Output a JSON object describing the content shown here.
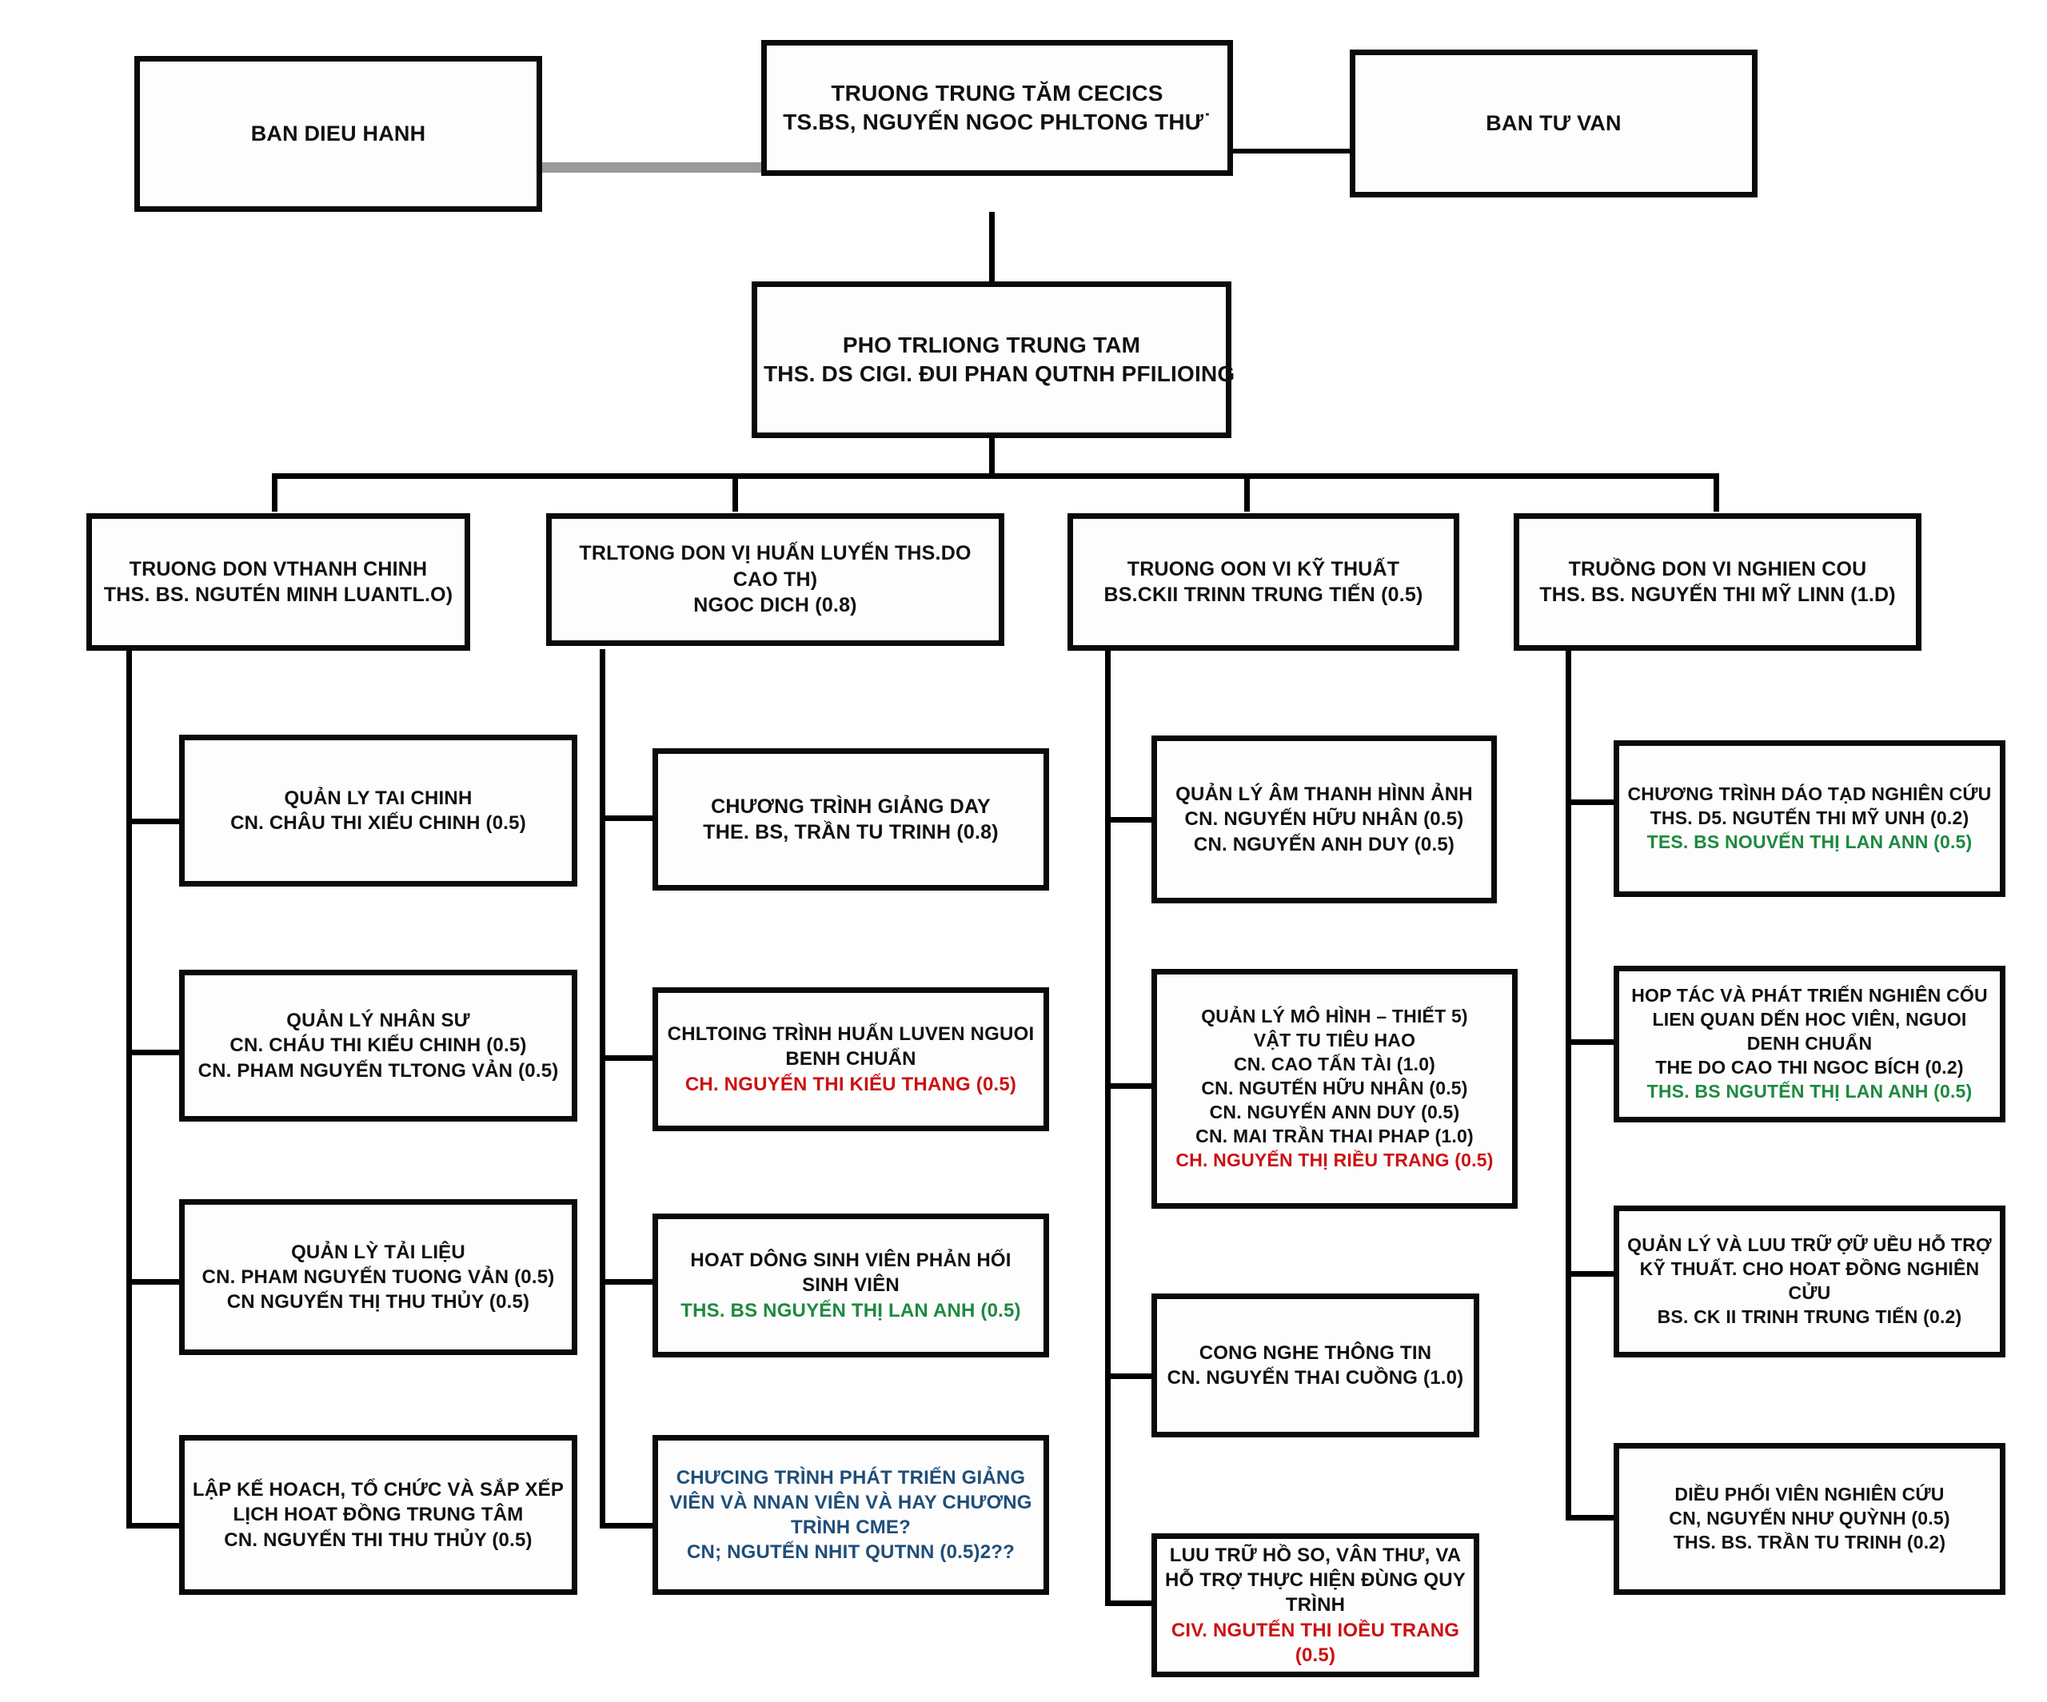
{
  "diagram": {
    "title": "CECICS Center Organizational Chart",
    "colors": {
      "box_border": "#0a0a0a",
      "text_default": "#111111",
      "text_red": "#cc1111",
      "text_green": "#1d8a3f",
      "text_blue": "#1f4e79",
      "connector": "#000000",
      "connector_gray": "#9a9a9a",
      "background": "#ffffff"
    },
    "level_top": {
      "left_box": {
        "lines": [
          "BAN DIEU HANH"
        ]
      },
      "center_box": {
        "lines": [
          "TRUONG TRUNG TĂM CECICS",
          "TS.BS, NGUYẾN NGOC PHLTONG THƯ˙"
        ]
      },
      "right_box": {
        "lines": [
          "BAN TƯ VAN"
        ]
      }
    },
    "level_deputy": {
      "box": {
        "lines": [
          "PHO TRLIONG TRUNG TAM",
          "THS. DS CIGI. ĐUI PHAN QUTNH PFILIOING"
        ]
      }
    },
    "columns": [
      {
        "head": {
          "lines": [
            "TRUONG DON VTHANH CHINH",
            "THS. BS. NGUTÉN MINH LUANTL.O)"
          ]
        },
        "children": [
          {
            "lines": [
              {
                "text": "QUẢN LY TAI CHINH",
                "color": "default"
              },
              {
                "text": "CN. CHÂU THI XIẾU CHINH (0.5)",
                "color": "default"
              }
            ]
          },
          {
            "lines": [
              {
                "text": "QUẢN LÝ NHÂN SƯ",
                "color": "default"
              },
              {
                "text": "CN. CHÁU THI KIẾU CHINH (0.5)",
                "color": "default"
              },
              {
                "text": "CN. PHAM NGUYẾN TLTONG VẢN (0.5)",
                "color": "default"
              }
            ]
          },
          {
            "lines": [
              {
                "text": "QUẢN LỲ TẢI LIỆU",
                "color": "default"
              },
              {
                "text": "CN. PHAM NGUYẾN TUONG VẢN (0.5)",
                "color": "default"
              },
              {
                "text": "CN NGUYẾN THỊ THU THỦY (0.5)",
                "color": "default"
              }
            ]
          },
          {
            "lines": [
              {
                "text": "LẬP KẾ HOACH, TỔ CHỨC VÀ SẮP XẾP LỊCH HOAT ĐỒNG TRUNG TÂM",
                "color": "default",
                "wrap": true
              },
              {
                "text": "CN. NGUYẾN THI THU THỦY (0.5)",
                "color": "default"
              }
            ]
          }
        ]
      },
      {
        "head": {
          "lines": [
            "TRLTONG DON VỊ HUẤN LUYẾN THS.DO CAO TH)",
            "NGOC DICH (0.8)"
          ]
        },
        "children": [
          {
            "lines": [
              {
                "text": "CHƯƠNG TRÌNH GIẢNG DAY",
                "color": "default"
              },
              {
                "text": "THE. BS, TRẦN TU TRINH (0.8)",
                "color": "default"
              }
            ]
          },
          {
            "lines": [
              {
                "text": "CHLTOING TRÌNH HUẤN LUVEN NGUOI BENH CHUẨN",
                "color": "default",
                "wrap": true
              },
              {
                "text": "CH. NGUYẾN THI KIẾU THANG (0.5)",
                "color": "red"
              }
            ]
          },
          {
            "lines": [
              {
                "text": "HOAT DÔNG SINH VIÊN PHẢN HỐI SINH VIÊN",
                "color": "default",
                "wrap": true
              },
              {
                "text": "THS. BS NGUYẾN THỊ LAN ANH (0.5)",
                "color": "green"
              }
            ]
          },
          {
            "lines": [
              {
                "text": "CHƯCING TRÌNH PHÁT TRIẾN GIẢNG VIÊN VÀ NNAN VIÊN VÀ HAY CHƯƠNG TRÌNH CME?",
                "color": "blue",
                "wrap": true
              },
              {
                "text": "CN; NGUTẾN NHIT QUTNN (0.5)2??",
                "color": "blue"
              }
            ]
          }
        ]
      },
      {
        "head": {
          "lines": [
            "TRUONG OON VI KỸ THUẤT",
            "BS.CKII TRINN TRUNG TIẾN (0.5)"
          ]
        },
        "children": [
          {
            "lines": [
              {
                "text": "QUẢN LÝ ÂM THANH HÌNN ẢNH",
                "color": "default"
              },
              {
                "text": "CN. NGUYẾN HỮU NHÂN (0.5)",
                "color": "default"
              },
              {
                "text": "CN. NGUYẾN ANH DUY (0.5)",
                "color": "default"
              }
            ]
          },
          {
            "lines": [
              {
                "text": "QUẢN LÝ MÔ HÌNH – THIẾT 5)",
                "color": "default"
              },
              {
                "text": "VẬT TU TIÊU HAO",
                "color": "default"
              },
              {
                "text": "CN. CAO TẤN TÀI (1.0)",
                "color": "default"
              },
              {
                "text": "CN. NGUTẾN HỮU NHÂN (0.5)",
                "color": "default"
              },
              {
                "text": "CN. NGUYẾN ANN DUY (0.5)",
                "color": "default"
              },
              {
                "text": "CN. MAI TRẦN THAI PHAP (1.0)",
                "color": "default"
              },
              {
                "text": "CH. NGUYẾN THỊ RIỀU TRANG (0.5)",
                "color": "red"
              }
            ]
          },
          {
            "lines": [
              {
                "text": "CONG NGHE THÔNG TIN",
                "color": "default"
              },
              {
                "text": "CN. NGUYẾN THAI CUỒNG (1.0)",
                "color": "default"
              }
            ]
          },
          {
            "lines": [
              {
                "text": "LUU TRỮ HỒ SO, VÂN THƯ, VA HỖ TRỢ THỰC HIỆN ĐÙNG QUY TRÌNH",
                "color": "default",
                "wrap": true
              },
              {
                "text": "CIV. NGUTẾN THI IOỀU TRANG (0.5)",
                "color": "red"
              }
            ]
          }
        ]
      },
      {
        "head": {
          "lines": [
            "TRUỒNG DON VI NGHIEN COU",
            "THS. BS. NGUYẾN THI MỸ LINN (1.D)"
          ]
        },
        "children": [
          {
            "lines": [
              {
                "text": "CHƯƠNG TRÌNH DÁO TẠD NGHIÊN CỨU",
                "color": "default"
              },
              {
                "text": "THS. D5. NGUTẾN THI MỸ UNH (0.2)",
                "color": "default"
              },
              {
                "text": "TES. BS NOUVẾN THỊ LAN ANN (0.5)",
                "color": "green"
              }
            ]
          },
          {
            "lines": [
              {
                "text": "HOP TÁC VÀ PHÁT TRIẾN NGHIÊN CỐU LIEN QUAN DẾN HOC VIÊN, NGUOI DENH CHUẨN",
                "color": "default",
                "wrap": true
              },
              {
                "text": "THE DO CAO THI NGOC BÍCH (0.2)",
                "color": "default"
              },
              {
                "text": "THS. BS NGUTẾN THỊ LAN ANH (0.5)",
                "color": "green"
              }
            ]
          },
          {
            "lines": [
              {
                "text": "QUẢN LÝ VÀ LUU TRỮ ỢỮ UỀU HỖ TRỢ KỸ THUẤT. CHO HOAT ĐỒNG NGHIÊN CỬU",
                "color": "default",
                "wrap": true
              },
              {
                "text": "BS. CK II TRINH TRUNG TIẾN (0.2)",
                "color": "default"
              }
            ]
          },
          {
            "lines": [
              {
                "text": "DIỀU PHỐI VIÊN NGHIÊN CỨU",
                "color": "default"
              },
              {
                "text": "CN, NGUYẾN NHƯ QUỲNH (0.5)",
                "color": "default"
              },
              {
                "text": "THS. BS. TRẦN TU TRINH (0.2)",
                "color": "default"
              }
            ]
          }
        ]
      }
    ]
  }
}
